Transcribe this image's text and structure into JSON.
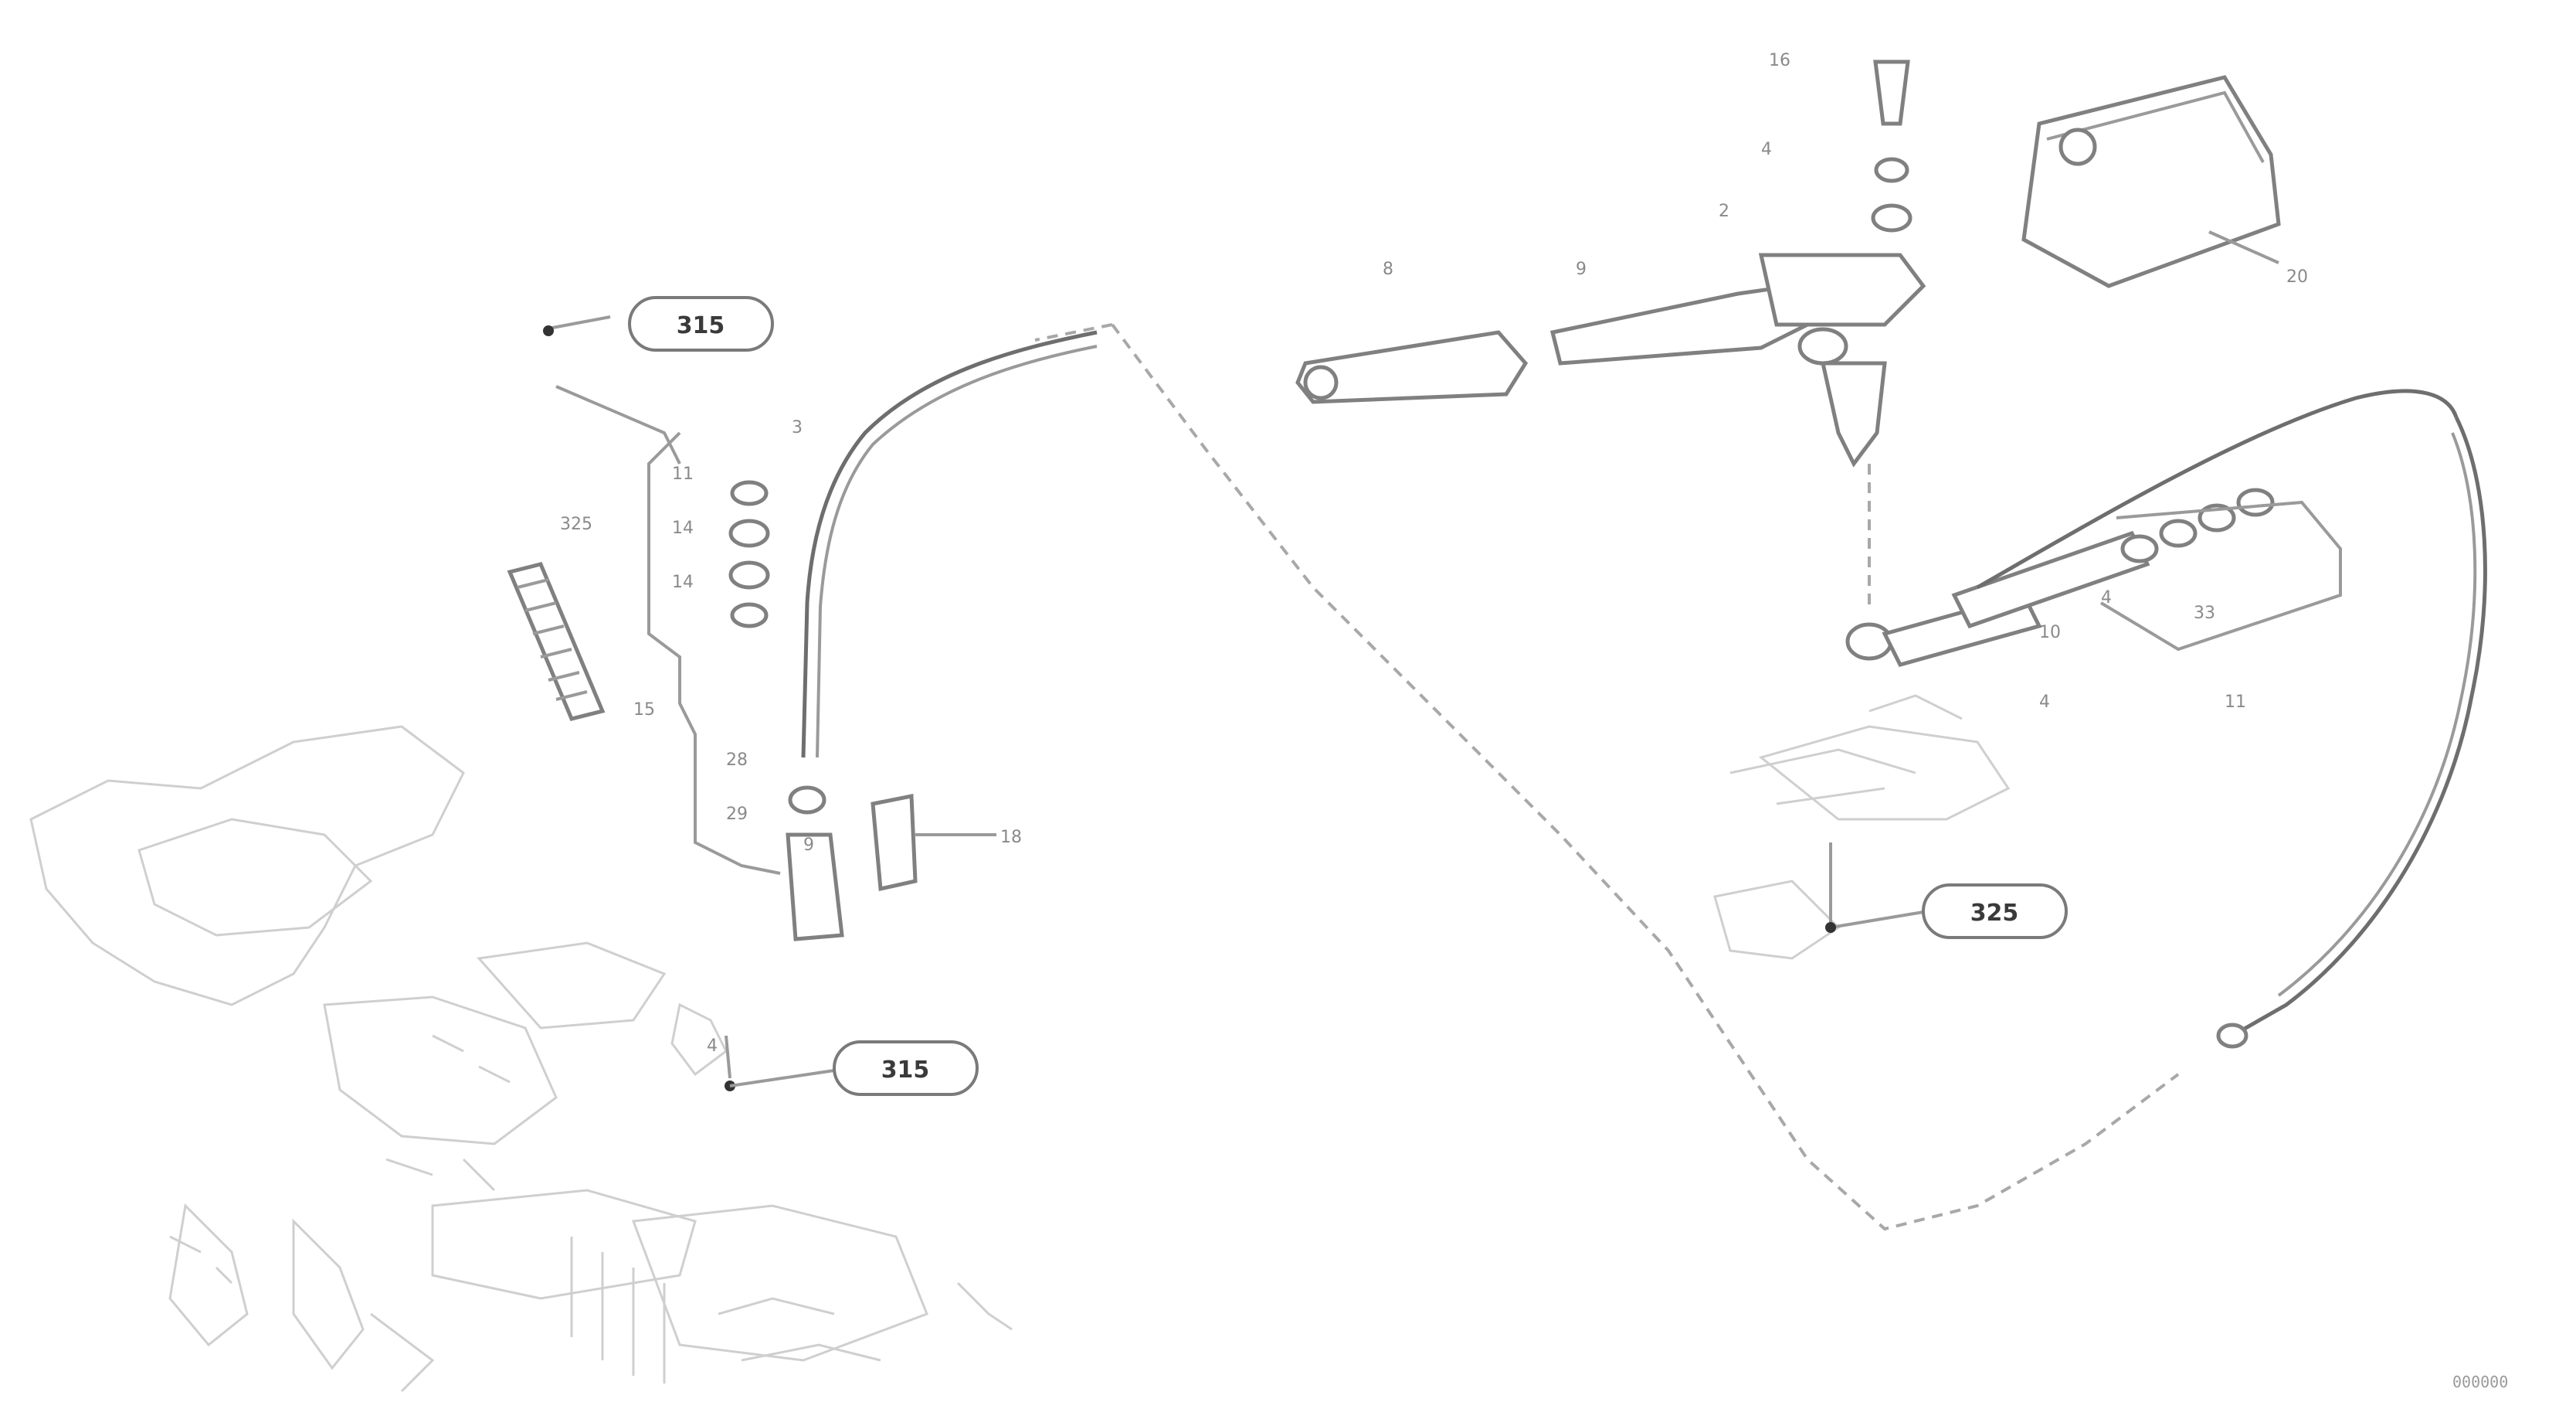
{
  "diagram": {
    "references": [
      {
        "id": "ref-upper-left",
        "label": "315"
      },
      {
        "id": "ref-lower-left",
        "label": "315"
      },
      {
        "id": "ref-right",
        "label": "325"
      }
    ],
    "left_assembly_numbers": [
      "11",
      "14",
      "14",
      "325",
      "15",
      "3",
      "28",
      "29",
      "9",
      "4",
      "18"
    ],
    "right_assembly_numbers": [
      "8",
      "16",
      "2",
      "9",
      "4",
      "20",
      "10",
      "4",
      "4",
      "33",
      "11"
    ],
    "drawing_code": "000000"
  }
}
